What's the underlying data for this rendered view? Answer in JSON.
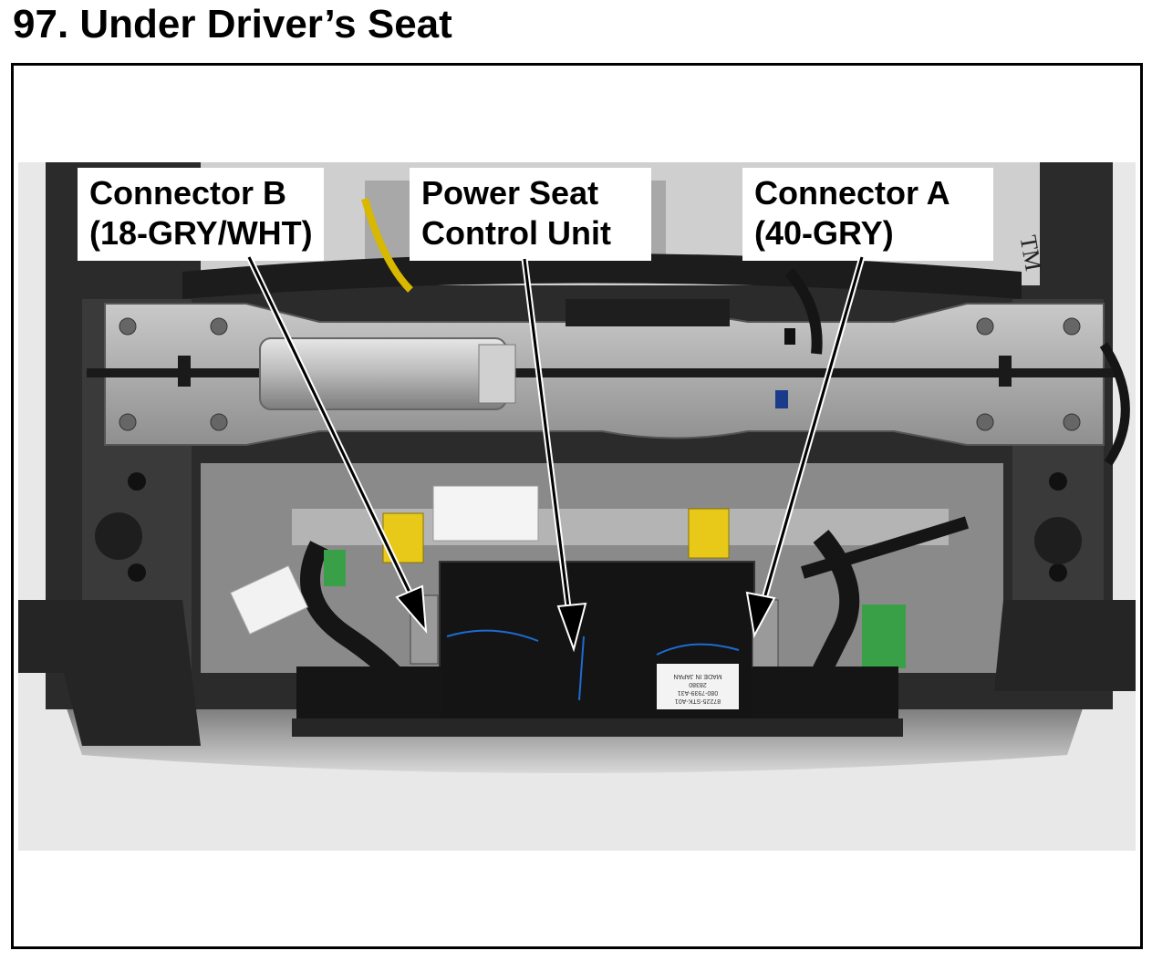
{
  "page": {
    "title": "97. Under Driver’s Seat"
  },
  "callouts": [
    {
      "id": "connector-b",
      "line1": "Connector B",
      "line2": "(18-GRY/WHT)"
    },
    {
      "id": "power-seat-control-unit",
      "line1": "Power Seat",
      "line2": "Control Unit"
    },
    {
      "id": "connector-a",
      "line1": "Connector A",
      "line2": "(40-GRY)"
    }
  ],
  "photo": {
    "module_label_text": [
      "87225-STK-A01",
      "080-7939-A31",
      "28380",
      "MADE IN JAPAN"
    ],
    "handwritten_mark": "TM"
  }
}
